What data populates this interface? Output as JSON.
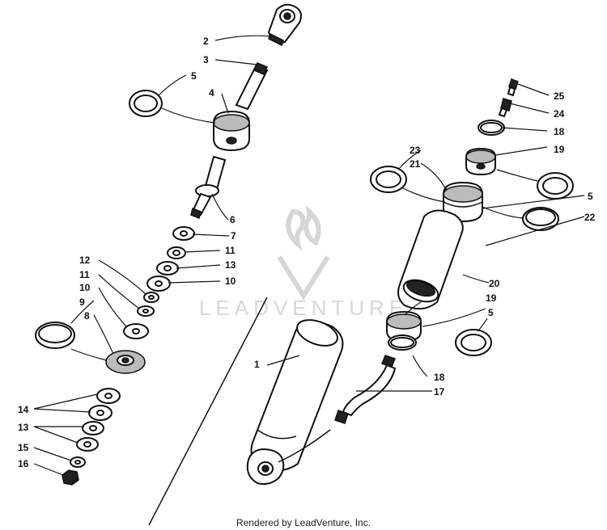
{
  "watermark": {
    "text": "LEADVENTURE"
  },
  "footer": {
    "text": "Rendered by LeadVenture, Inc."
  },
  "callouts": [
    {
      "id": "c2",
      "text": "2"
    },
    {
      "id": "c3",
      "text": "3"
    },
    {
      "id": "c5a",
      "text": "5"
    },
    {
      "id": "c4",
      "text": "4"
    },
    {
      "id": "c6",
      "text": "6"
    },
    {
      "id": "c7",
      "text": "7"
    },
    {
      "id": "c11a",
      "text": "11"
    },
    {
      "id": "c13a",
      "text": "13"
    },
    {
      "id": "c10a",
      "text": "10"
    },
    {
      "id": "c12",
      "text": "12"
    },
    {
      "id": "c11b",
      "text": "11"
    },
    {
      "id": "c10b",
      "text": "10"
    },
    {
      "id": "c9",
      "text": "9"
    },
    {
      "id": "c8",
      "text": "8"
    },
    {
      "id": "c14",
      "text": "14"
    },
    {
      "id": "c13b",
      "text": "13"
    },
    {
      "id": "c15",
      "text": "15"
    },
    {
      "id": "c16",
      "text": "16"
    },
    {
      "id": "c25",
      "text": "25"
    },
    {
      "id": "c24",
      "text": "24"
    },
    {
      "id": "c18a",
      "text": "18"
    },
    {
      "id": "c23",
      "text": "23"
    },
    {
      "id": "c19a",
      "text": "19"
    },
    {
      "id": "c21",
      "text": "21"
    },
    {
      "id": "c5b",
      "text": "5"
    },
    {
      "id": "c22",
      "text": "22"
    },
    {
      "id": "c20",
      "text": "20"
    },
    {
      "id": "c19b",
      "text": "19"
    },
    {
      "id": "c5c",
      "text": "5"
    },
    {
      "id": "c1",
      "text": "1"
    },
    {
      "id": "c18b",
      "text": "18"
    },
    {
      "id": "c17",
      "text": "17"
    }
  ]
}
